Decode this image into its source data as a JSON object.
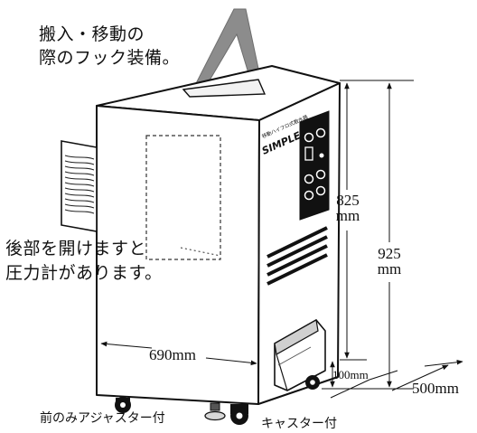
{
  "labels": {
    "hook_line1": "搬入・移動の",
    "hook_line2": "際のフック装備。",
    "rear_line1": "後部を開けますと",
    "rear_line2": "圧力計があります。",
    "front_adjuster": "前のみアジャスター付",
    "caster": "キャスター付"
  },
  "panel": {
    "small_caption": "移動ハイフロ式散水器",
    "brand": "SIMPLE"
  },
  "dimensions": {
    "width": "690mm",
    "depth": "500mm",
    "height_inner_value": "825",
    "height_inner_unit": "mm",
    "height_total_value": "925",
    "height_total_unit": "mm",
    "base_height": "100mm"
  }
}
